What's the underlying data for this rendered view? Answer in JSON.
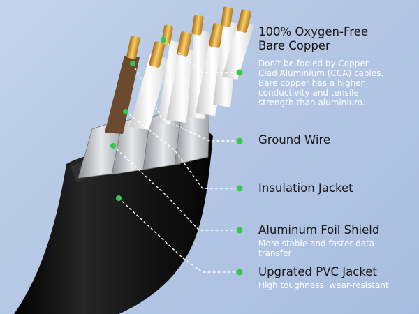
{
  "colors": {
    "background": "#b4c7e4",
    "jacket": "#1a1a1a",
    "foil": "#c9ccd1",
    "insulation": "#f2f2f2",
    "copper": "#e0a63a",
    "dot": "#35c84a",
    "leader": "#ffffff"
  },
  "icons": {
    "dot": "green-dot-icon"
  },
  "callouts": {
    "copper": {
      "title_line1": "100% Oxygen-Free",
      "title_line2": "Bare Copper",
      "desc_line1": "Don't be fooled by Copper",
      "desc_line2": "Clad Aluminium (CCA) cables.",
      "desc_line3": "Bare copper has a higher",
      "desc_line4": "conductivity and tensile",
      "desc_line5": "strength than aluminium."
    },
    "ground": {
      "title": "Ground Wire"
    },
    "insulation": {
      "title": "Insulation Jacket"
    },
    "foil": {
      "title": "Aluminum Foil Shield",
      "desc_line1": "More stable and faster data",
      "desc_line2": "transfer"
    },
    "pvc": {
      "title": "Upgrated PVC Jacket",
      "desc_line1": "High toughness, wear-resistant"
    }
  }
}
